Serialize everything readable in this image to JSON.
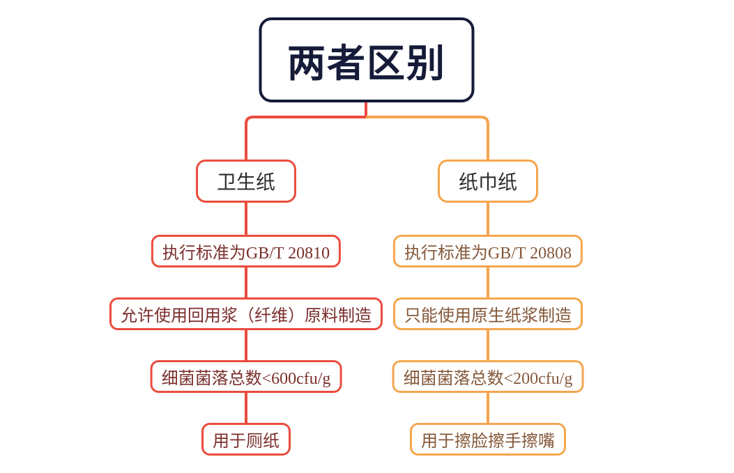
{
  "canvas": {
    "background_color": "#ffffff"
  },
  "root": {
    "label": "两者区别",
    "color": "#151B38"
  },
  "branches": {
    "left": {
      "label": "卫生纸",
      "branch_color": "#EB4C3F",
      "node_text_color": "#7A2F2C",
      "children": [
        "执行标准为GB/T 20810",
        "允许使用回用浆（纤维）原料制造",
        "细菌菌落总数<600cfu/g",
        "用于厕纸"
      ]
    },
    "right": {
      "label": "纸巾纸",
      "branch_color": "#F6A54E",
      "node_text_color": "#84583A",
      "children": [
        "执行标准为GB/T 20808",
        "只能使用原生纸浆制造",
        "细菌菌落总数<200cfu/g",
        "用于擦脸擦手擦嘴"
      ]
    }
  }
}
